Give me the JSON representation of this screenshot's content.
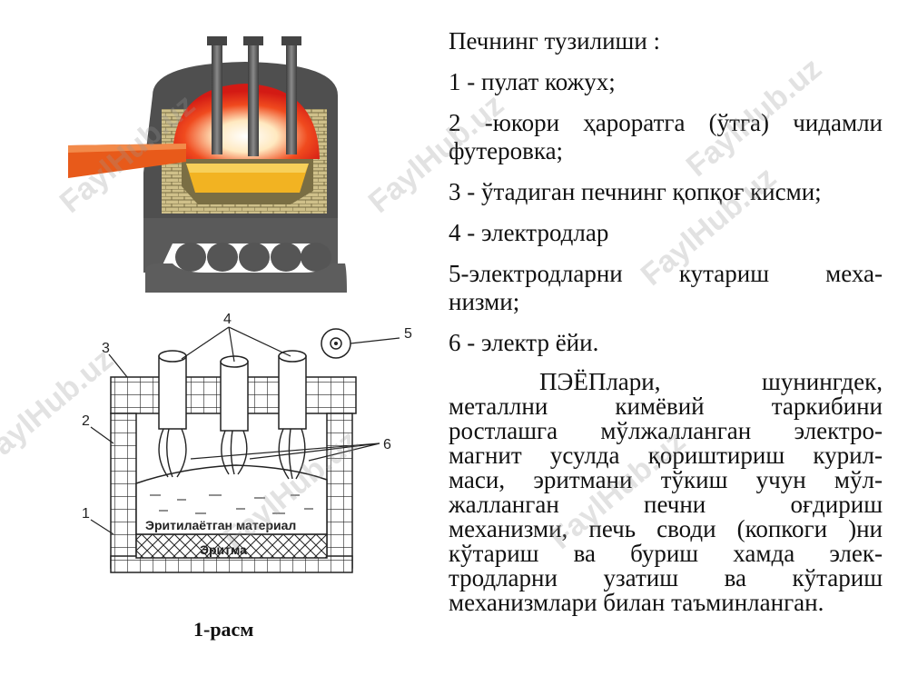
{
  "figure": {
    "caption": "1-расм",
    "labels": [
      "1",
      "2",
      "3",
      "4",
      "5",
      "6"
    ],
    "material_label": "Эритилаётган материал",
    "melt_label": "Эритма",
    "colors": {
      "flame": "#e8241a",
      "slag": "#f2b322",
      "brick": "#cfc08a",
      "steel": "#5c5c5c",
      "arm": "#e85a1a"
    }
  },
  "text": {
    "heading": "Печнинг  тузилиши :",
    "item1": "1 - пулат кожух;",
    "item2_line1": "2 -юкори ҳароратга (ўтга) чидамли",
    "item2_line2": "футеровка;",
    "item3": "3 - ўтадиган печнинг қопқоғ кисми;",
    "item4": "4 - электродлар",
    "item5_line1": "5-электродларни   кутариш   меха-",
    "item5_line2": "низми;",
    "item6": "6 - электр ёйи.",
    "para_lines": [
      "ПЭЁПлари,          шунингдек,",
      "металлни   кимёвий   таркибини",
      "ростлашга мўлжалланган электро-",
      "магнит усулда қориштириш курил-",
      "маси, эритмани тўкиш учун мўл-",
      "жалланган    печни    оғдириш",
      "механизми, печь своди (копкоги )ни",
      "кўтариш ва буриш хамда элек-",
      "тродларни  узатиш  ва  кўтариш",
      "механизмлари билан таъминланган."
    ]
  },
  "watermark": "FaylHub.uz"
}
